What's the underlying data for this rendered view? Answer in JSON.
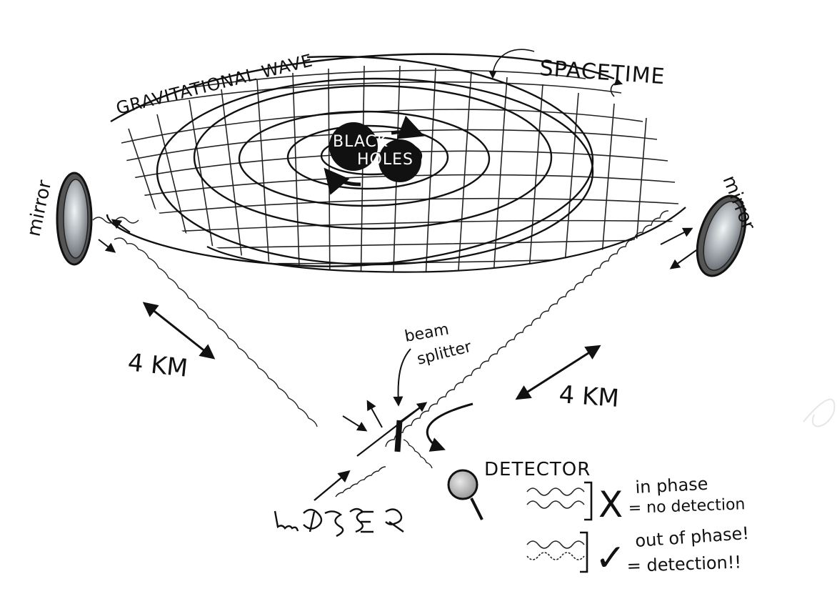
{
  "labels": {
    "gravitational_wave": "GRAVITATIONAL WAVE",
    "spacetime": "SPACETIME",
    "black": "BLACK",
    "holes": "HOLES",
    "mirror_left": "mirror",
    "mirror_right": "mirror",
    "distance_left": "4 KM",
    "distance_right": "4 KM",
    "beam": "beam",
    "splitter": "splitter",
    "detector": "DETECTOR",
    "laser": "LASER"
  },
  "legend": {
    "in_phase": {
      "line1": "in phase",
      "line2": "= no detection",
      "symbol": "X"
    },
    "out_of_phase": {
      "line1": "out of phase!",
      "line2": "= detection!!",
      "symbol": "✓"
    }
  },
  "colors": {
    "ink": "#111111",
    "mirror_fill": "#9aa1a6",
    "mirror_highlight": "#e6e9eb",
    "detector_fill": "#b8b8b8"
  },
  "icons": {
    "mirror": "mirror-icon",
    "detector": "magnifier-icon",
    "black_holes": "black-hole-icon"
  }
}
